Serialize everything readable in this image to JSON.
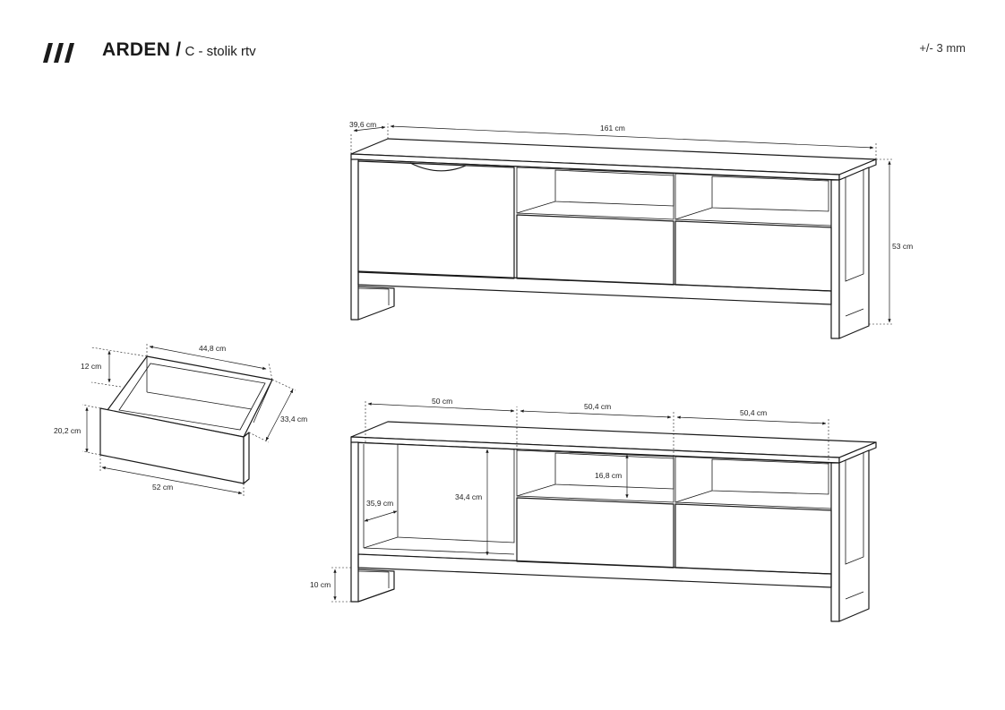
{
  "header": {
    "brand_icon": "triple-slash-logo",
    "product_name": "ARDEN /",
    "product_subtitle": "C - stolik rtv",
    "tolerance": "+/- 3 mm"
  },
  "dimensions": {
    "depth_top": "39,6 cm",
    "total_width": "161 cm",
    "total_height": "53 cm",
    "drawer_width": "44,8 cm",
    "drawer_inner_height": "12 cm",
    "drawer_depth": "33,4 cm",
    "drawer_front_height": "20,2 cm",
    "drawer_front_width": "52 cm",
    "section_left_width": "50 cm",
    "section_mid_width": "50,4 cm",
    "section_right_width": "50,4 cm",
    "shelf_opening_height": "16,8 cm",
    "left_compartment_height": "34,4 cm",
    "left_compartment_depth": "35,9 cm",
    "leg_height": "10 cm"
  },
  "colors": {
    "line": "#1a1a1a",
    "background": "#ffffff"
  }
}
